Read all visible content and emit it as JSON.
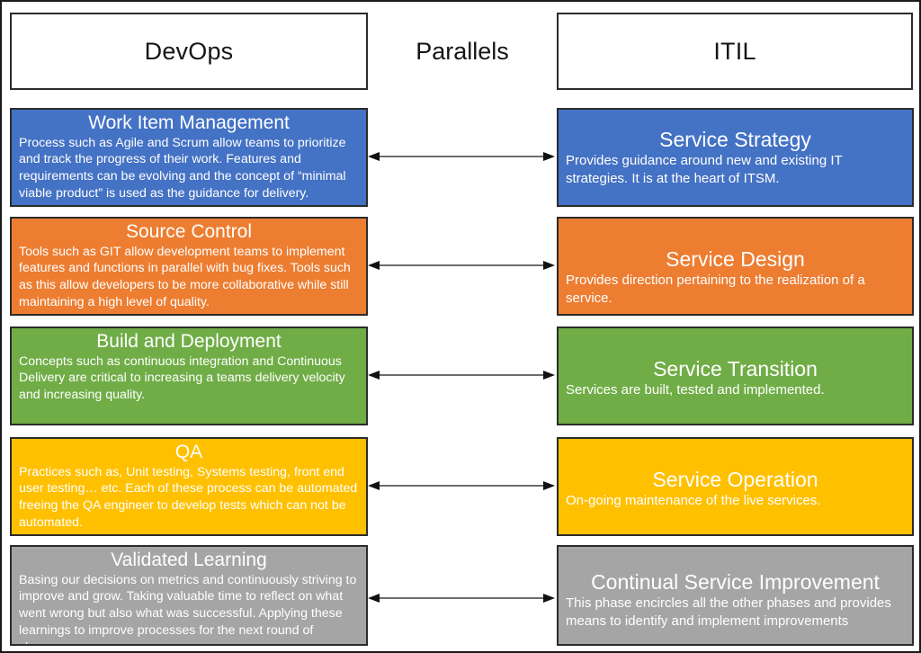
{
  "diagram": {
    "title_row": {
      "left_header": "DevOps",
      "center_header": "Parallels",
      "right_header": "ITIL"
    },
    "colors": {
      "blue": "#4472C4",
      "orange": "#ED7D31",
      "green": "#70AD47",
      "yellow": "#FFC000",
      "gray": "#A5A5A5",
      "border": "#2b2b2b",
      "outer_border": "#1a1a1a",
      "text": "#ffffff",
      "header_text": "#151515"
    },
    "rows": [
      {
        "color": "#4472C4",
        "left": {
          "title": "Work Item Management",
          "body": "Process such as Agile and Scrum allow teams to prioritize and track the progress of their work.  Features and requirements can be evolving and the concept of “minimal viable product” is used as the guidance for delivery."
        },
        "right": {
          "title": "Service Strategy",
          "body": "Provides guidance around new and existing IT strategies. It is at the heart of ITSM."
        },
        "connector": "double-headed-arrow"
      },
      {
        "color": "#ED7D31",
        "left": {
          "title": "Source Control",
          "body": "Tools such as GIT allow development teams to implement features and functions in parallel with bug fixes.  Tools such as this allow developers to be more collaborative while still maintaining a high level of quality."
        },
        "right": {
          "title": "Service Design",
          "body": "Provides direction pertaining to the realization of a service."
        },
        "connector": "double-headed-arrow"
      },
      {
        "color": "#70AD47",
        "left": {
          "title": "Build and Deployment",
          "body": "Concepts such as continuous integration and Continuous Delivery are critical to increasing a teams delivery velocity and increasing quality."
        },
        "right": {
          "title": "Service Transition",
          "body": "Services are built, tested and implemented."
        },
        "connector": "double-headed-arrow"
      },
      {
        "color": "#FFC000",
        "left": {
          "title": "QA",
          "body": "Practices such as, Unit testing, Systems testing, front end user testing… etc.  Each of these process can be automated freeing the QA engineer to develop tests which can not be automated."
        },
        "right": {
          "title": "Service Operation",
          "body": "On-going maintenance of the live services."
        },
        "connector": "double-headed-arrow"
      },
      {
        "color": "#A5A5A5",
        "left": {
          "title": "Validated Learning",
          "body": "Basing our decisions on metrics and continuously striving to improve and grow. Taking valuable time to reflect on what went wrong but also what was successful.  Applying these learnings to improve processes for the next round of changes."
        },
        "right": {
          "title": "Continual Service Improvement",
          "body": "This phase encircles all the other phases and provides means to identify and implement improvements"
        },
        "connector": "double-headed-arrow"
      }
    ]
  }
}
